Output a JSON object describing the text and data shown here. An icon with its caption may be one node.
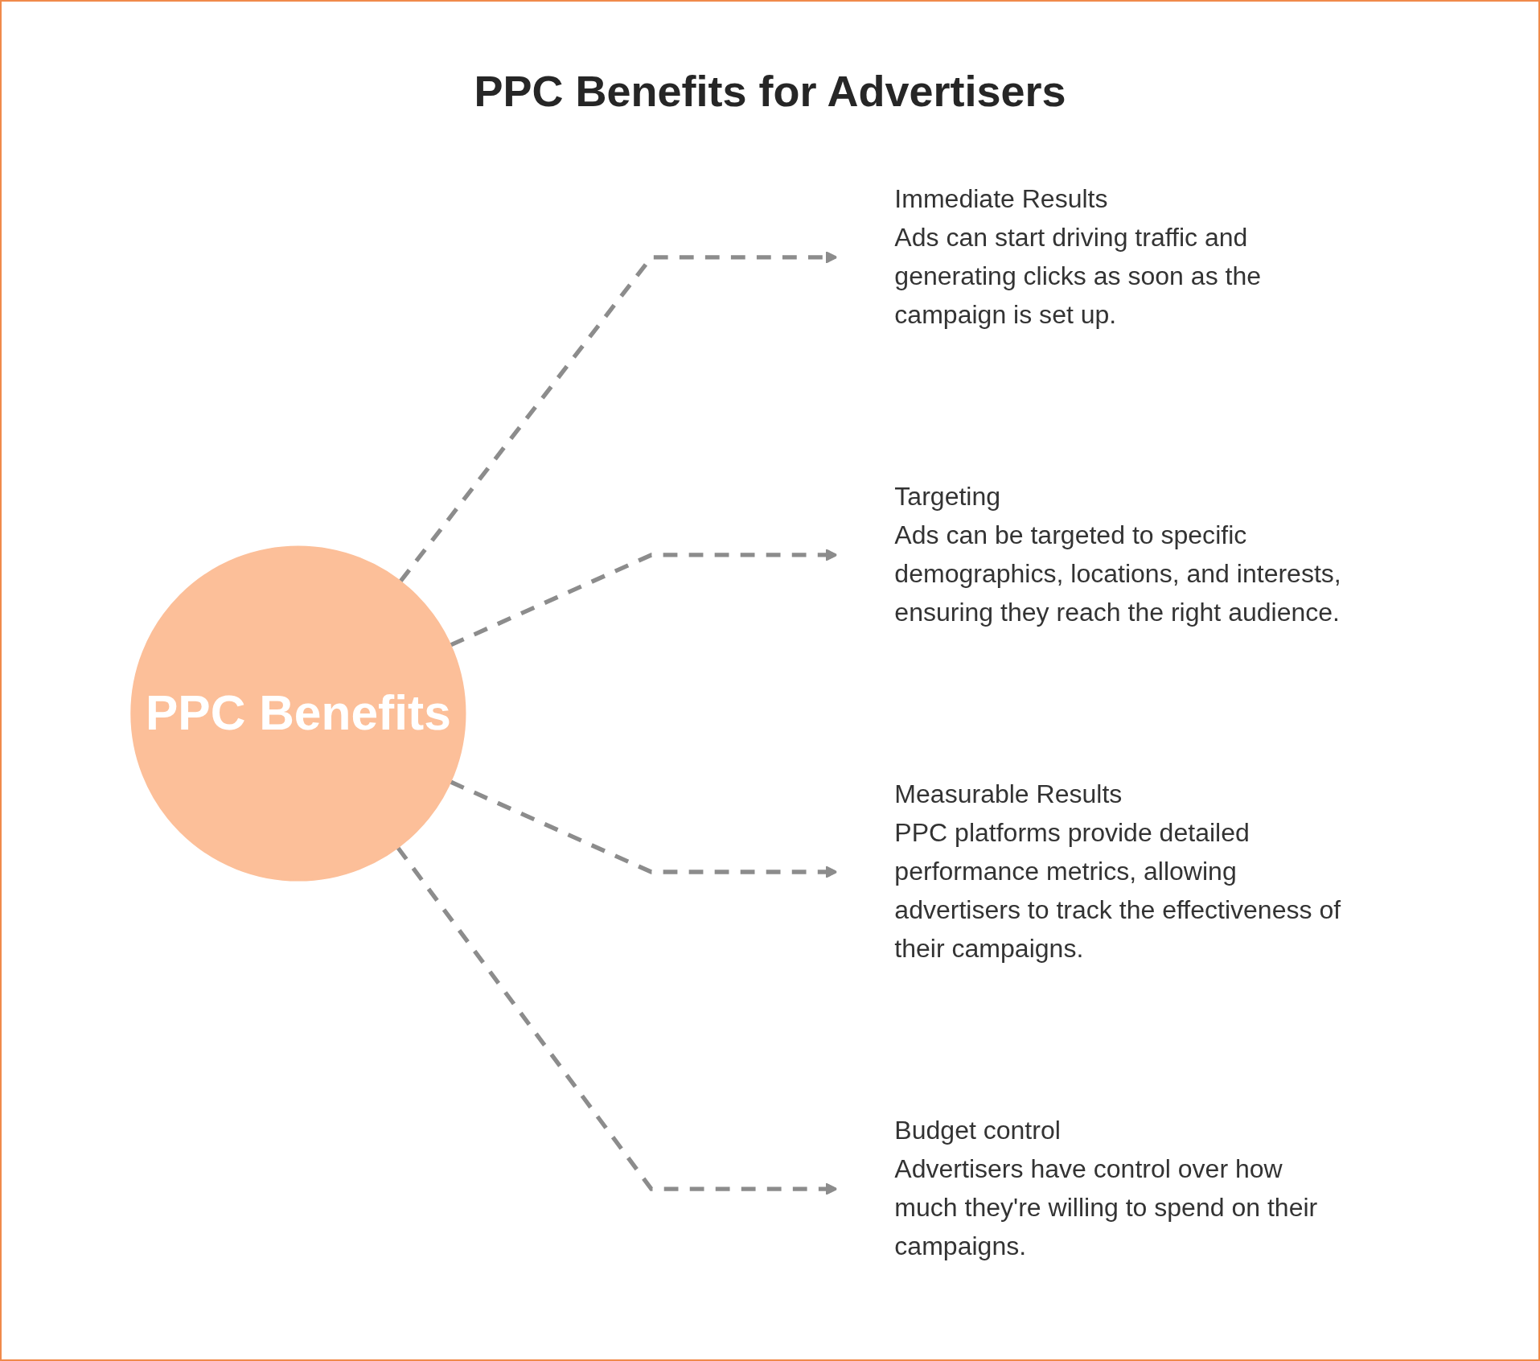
{
  "diagram": {
    "title": "PPC Benefits for Advertisers",
    "nodes": [
      {
        "text": [
          "PPC Benefits"
        ]
      },
      {
        "text": [
          "Immediate Results",
          "Ads can start driving traffic and generating clicks as soon as the campaign is set up."
        ]
      },
      {
        "text": [
          "Targeting",
          "Ads can be targeted to specific demographics, locations, and interests, ensuring they reach the right audience."
        ]
      },
      {
        "text": [
          "Measurable Results",
          "PPC platforms provide detailed performance metrics, allowing advertisers to track the effectiveness of their campaigns."
        ]
      },
      {
        "text": [
          "Budget control",
          "Advertisers have control over how much they're willing to spend on their campaigns."
        ]
      }
    ],
    "edges": [
      {
        "from": 0,
        "to": 1,
        "arrow": "to",
        "style": "dashed"
      },
      {
        "from": 0,
        "to": 2,
        "arrow": "to",
        "style": "dashed"
      },
      {
        "from": 0,
        "to": 3,
        "arrow": "to",
        "style": "dashed"
      },
      {
        "from": 0,
        "to": 4,
        "arrow": "to",
        "style": "dashed"
      }
    ]
  }
}
